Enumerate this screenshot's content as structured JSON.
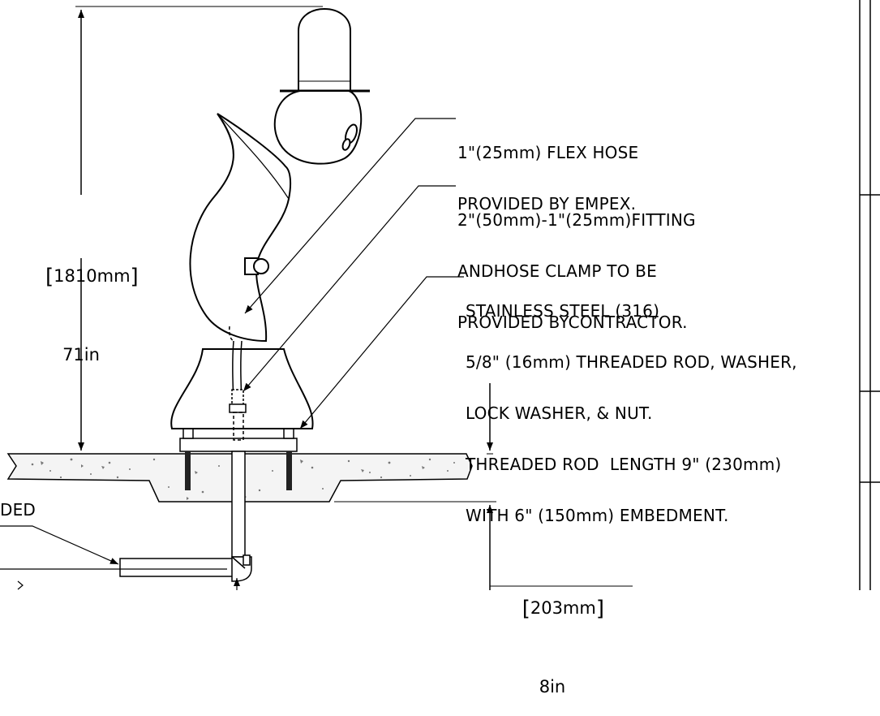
{
  "notes": {
    "flex_hose": [
      "1\"(25mm) FLEX HOSE",
      "PROVIDED BY EMPEX."
    ],
    "fitting": [
      "2\"(50mm)-1\"(25mm)FITTING",
      "ANDHOSE CLAMP TO BE",
      "PROVIDED BYCONTRACTOR."
    ],
    "rod": [
      "STAINLESS STEEL (316)",
      "5/8\" (16mm) THREADED ROD, WASHER,",
      "LOCK WASHER, & NUT.",
      "THREADED ROD  LENGTH 9\" (230mm)",
      "WITH 6\" (150mm) EMBEDMENT."
    ],
    "partial_left": "DED"
  },
  "dimensions": {
    "height": {
      "mm": "1810mm",
      "in": "71in"
    },
    "depth": {
      "mm": "203mm",
      "in": "8in"
    }
  }
}
